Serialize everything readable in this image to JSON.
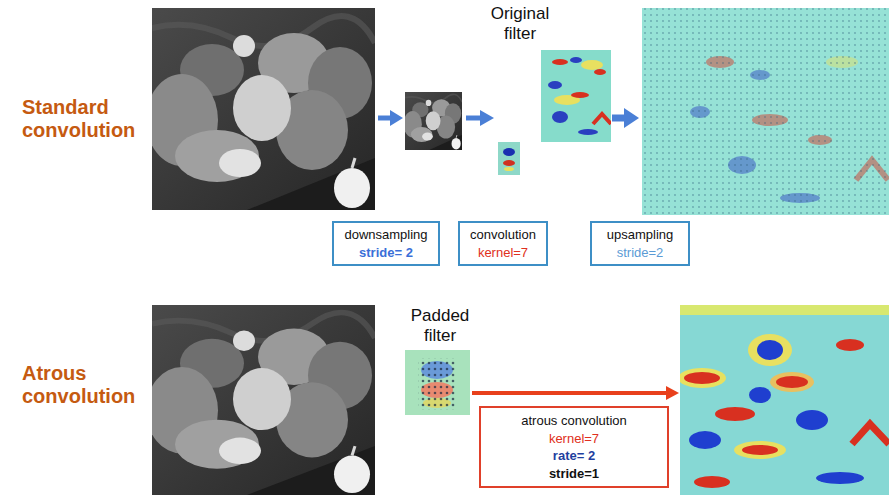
{
  "diagram": {
    "nodes": [
      {
        "text": [
          "downsampling",
          "stride= 2"
        ]
      },
      {
        "text": [
          "convolution",
          "kernel=7"
        ]
      },
      {
        "text": [
          "upsampling",
          "stride=2"
        ]
      },
      {
        "text": [
          "atrous convolution",
          "kernel=7",
          "rate= 2",
          "stride=1"
        ]
      }
    ],
    "labels": [
      "Standard convolution",
      "Original filter",
      "Atrous convolution",
      "Padded filter"
    ]
  }
}
